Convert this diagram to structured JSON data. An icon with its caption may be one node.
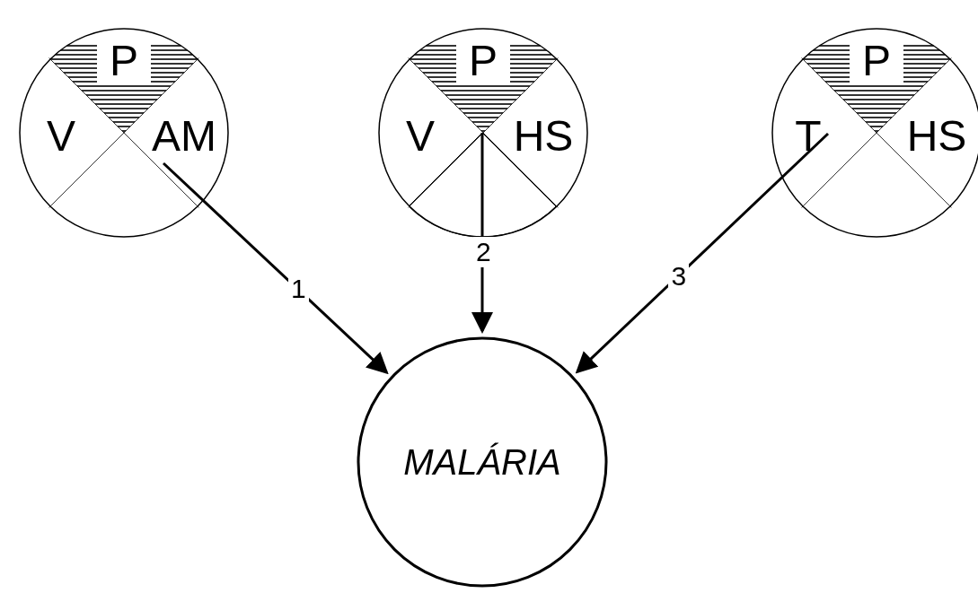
{
  "diagram": {
    "nodes": [
      {
        "text": [],
        "shape": "circle"
      },
      {
        "text": [
          "P"
        ],
        "in": 0
      },
      {
        "text": [
          "V"
        ],
        "in": 0
      },
      {
        "text": [
          "AM"
        ],
        "in": 0
      },
      {
        "text": [],
        "shape": "circle"
      },
      {
        "text": [
          "P"
        ],
        "in": 4
      },
      {
        "text": [
          "V"
        ],
        "in": 4
      },
      {
        "text": [
          "HS"
        ],
        "in": 4
      },
      {
        "text": [],
        "shape": "wedge",
        "in": 4
      },
      {
        "text": [],
        "shape": "circle"
      },
      {
        "text": [
          "P"
        ],
        "in": 9
      },
      {
        "text": [
          "T"
        ],
        "in": 9
      },
      {
        "text": [
          "HS"
        ],
        "in": 9
      },
      {
        "text": [
          "MALÁRIA"
        ]
      }
    ],
    "edges": [
      {
        "from": 3,
        "to": 13,
        "arrow": "to",
        "label": "1"
      },
      {
        "from": 8,
        "to": 13,
        "arrow": "to",
        "label": "2"
      },
      {
        "from": 11,
        "to": 13,
        "arrow": "to",
        "label": "3"
      }
    ]
  }
}
